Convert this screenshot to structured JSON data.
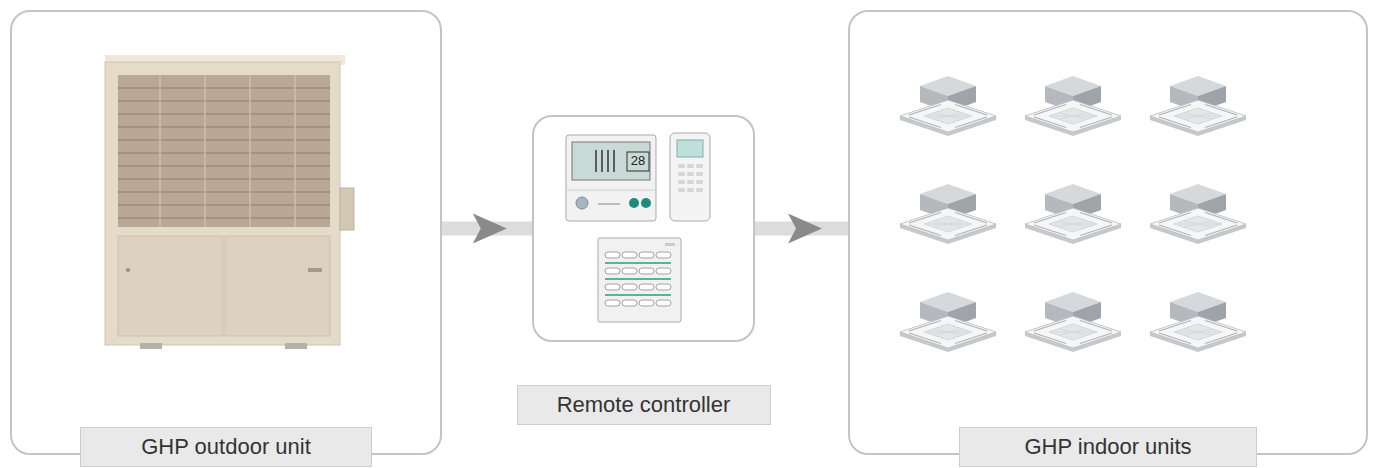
{
  "diagram": {
    "nodes": [
      {
        "text": [
          "GHP outdoor unit"
        ]
      },
      {
        "text": [
          "Remote controller"
        ]
      },
      {
        "text": [
          "GHP indoor units"
        ]
      }
    ],
    "edges": [
      {
        "from": 0,
        "to": 1,
        "arrow": "to"
      },
      {
        "from": 1,
        "to": 2,
        "arrow": "to"
      }
    ],
    "labels": [
      "28"
    ]
  }
}
